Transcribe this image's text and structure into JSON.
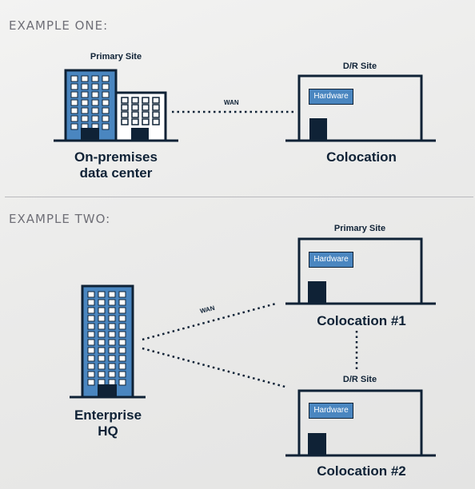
{
  "example_one": {
    "heading": "EXAMPLE ONE:",
    "primary_site_label": "Primary Site",
    "dr_site_label": "D/R Site",
    "wan_label": "WAN",
    "hardware_label": "Hardware",
    "onprem_line1": "On-premises",
    "onprem_line2": "data center",
    "colocation_label": "Colocation"
  },
  "example_two": {
    "heading": "EXAMPLE TWO:",
    "primary_site_label": "Primary Site",
    "dr_site_label": "D/R Site",
    "wan_label": "WAN",
    "hardware_label_1": "Hardware",
    "hardware_label_2": "Hardware",
    "colocation_1_label": "Colocation #1",
    "colocation_2_label": "Colocation #2",
    "hq_line1": "Enterprise",
    "hq_line2": "HQ"
  },
  "colors": {
    "navy": "#0f2236",
    "building_blue": "#4a86c0",
    "hardware_blue": "#4a86c0",
    "window_white": "#ffffff",
    "heading_gray": "#6f6f77"
  }
}
